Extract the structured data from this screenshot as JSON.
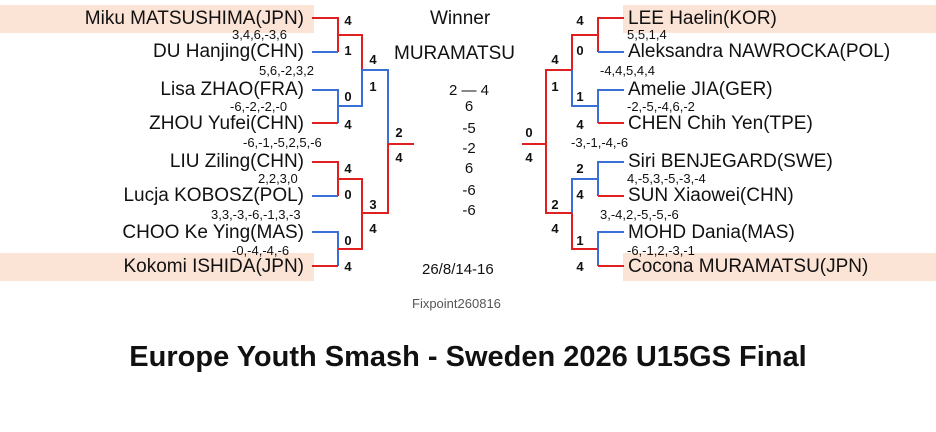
{
  "left_players": [
    {
      "name": "Miku MATSUSHIMA(JPN)",
      "highlight": true
    },
    {
      "name": "DU Hanjing(CHN)",
      "highlight": false
    },
    {
      "name": "Lisa ZHAO(FRA)",
      "highlight": false
    },
    {
      "name": "ZHOU Yufei(CHN)",
      "highlight": false
    },
    {
      "name": "LIU Ziling(CHN)",
      "highlight": false
    },
    {
      "name": "Lucja KOBOSZ(POL)",
      "highlight": false
    },
    {
      "name": "CHOO Ke Ying(MAS)",
      "highlight": false
    },
    {
      "name": "Kokomi ISHIDA(JPN)",
      "highlight": true
    }
  ],
  "right_players": [
    {
      "name": "LEE Haelin(KOR)",
      "highlight": true
    },
    {
      "name": "Aleksandra NAWROCKA(POL)",
      "highlight": false
    },
    {
      "name": "Amelie JIA(GER)",
      "highlight": false
    },
    {
      "name": "CHEN Chih Yen(TPE)",
      "highlight": false
    },
    {
      "name": "Siri BENJEGARD(SWE)",
      "highlight": false
    },
    {
      "name": "SUN Xiaowei(CHN)",
      "highlight": false
    },
    {
      "name": "MOHD Dania(MAS)",
      "highlight": false
    },
    {
      "name": "Cocona MURAMATSU(JPN)",
      "highlight": true
    }
  ],
  "left_r1_scores": [
    "3,4,6,-3,6",
    "5,6,-2,3,2",
    "-6,-2,-2,-0",
    "2,2,3,0",
    "3,3,-3,-6,-1,3,-3",
    "-0,-4,-4,-6"
  ],
  "left_r2_scores": [
    "-6,-1,-5,2,5,-6"
  ],
  "right_r1_scores": [
    "5,5,1,4",
    "-2,-5,-4,6,-2",
    "4,-5,3,-5,-3,-4",
    "-6,-1,2,-3,-1"
  ],
  "right_r1b_scores": [
    "-4,4,5,4,4",
    "-3,-1,-4,-6",
    "3,-4,2,-5,-5,-6"
  ],
  "left_r1_games": [
    "4",
    "1",
    "0",
    "4",
    "4",
    "0",
    "0",
    "4"
  ],
  "left_r2_games": [
    "4",
    "1",
    "3",
    "4"
  ],
  "left_sf_games": [
    "2",
    "4"
  ],
  "right_r1_games": [
    "4",
    "0",
    "1",
    "4",
    "2",
    "4",
    "1",
    "4"
  ],
  "right_r2_games": [
    "4",
    "1",
    "2",
    "4"
  ],
  "right_sf_games": [
    "0",
    "4"
  ],
  "center": {
    "winner_label": "Winner",
    "winner_name": "MURAMATSU",
    "final_score": "2 ― 4",
    "games": [
      "6",
      "-5",
      "-2",
      "6",
      "-6",
      "-6"
    ],
    "date": "26/8/14-16",
    "credit": "Fixpoint260816"
  },
  "title": "Europe Youth Smash - Sweden 2026 U15GS Final",
  "colors": {
    "red": "#e02020",
    "blue": "#3a6fd8",
    "highlight": "#fbe3d6"
  }
}
